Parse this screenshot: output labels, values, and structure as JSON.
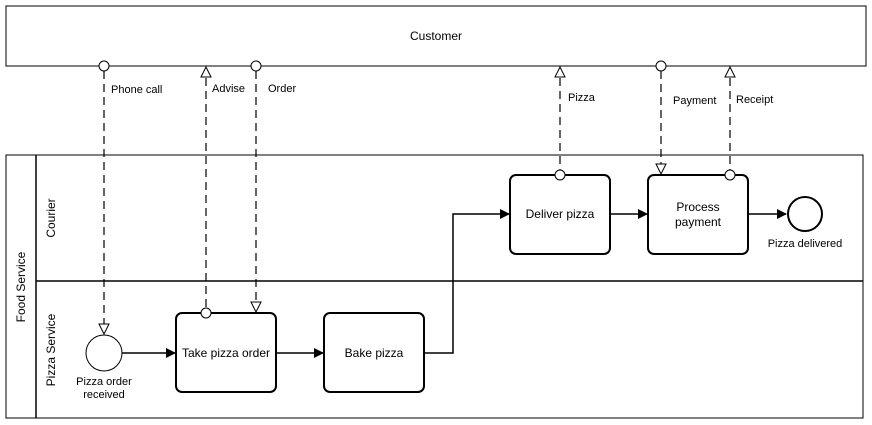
{
  "pools": {
    "customer": {
      "label": "Customer"
    },
    "food_service": {
      "label": "Food Service"
    }
  },
  "lanes": {
    "courier": {
      "label": "Courier"
    },
    "pizza_service": {
      "label": "Pizza Service"
    }
  },
  "events": {
    "start": {
      "label_line1": "Pizza order",
      "label_line2": "received"
    },
    "end": {
      "label": "Pizza delivered"
    }
  },
  "tasks": {
    "take_order": {
      "label": "Take pizza order"
    },
    "bake": {
      "label": "Bake pizza"
    },
    "deliver": {
      "label": "Deliver pizza"
    },
    "payment": {
      "label_line1": "Process",
      "label_line2": "payment"
    }
  },
  "message_flows": {
    "phone_call": "Phone call",
    "advise": "Advise",
    "order": "Order",
    "pizza": "Pizza",
    "payment": "Payment",
    "receipt": "Receipt"
  }
}
